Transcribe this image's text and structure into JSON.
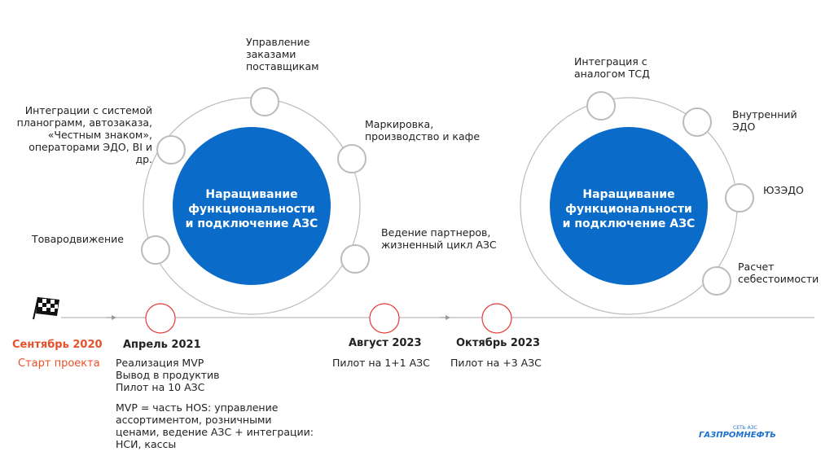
{
  "cycle1": {
    "title": "Наращивание функциональности и подключение АЗС",
    "items": [
      "Управление\nзаказами\nпоставщикам",
      "Маркировка,\nпроизводство и кафе",
      "Ведение партнеров,\nжизненный цикл АЗС",
      "Товародвижение",
      "Интеграции с системой\nпланограмм, автозаказа,\n«Честным знаком»,\nоператорами ЭДО, BI и\nдр."
    ]
  },
  "cycle2": {
    "title": "Наращивание функциональности и подключение АЗС",
    "items": [
      "Интеграция с\nаналогом ТСД",
      "Внутренний\nЭДО",
      "ЮЗЭДО",
      "Расчет\nсебестоимости"
    ]
  },
  "timeline": {
    "start": {
      "date": "Сентябрь 2020",
      "text": "Старт проекта"
    },
    "m1": {
      "date": "Апрель 2021",
      "text": "Реализация MVP\nВывод в продуктив\nПилот на 10 АЗС",
      "note": "MVP = часть HOS: управление\nассортиментом, розничными\nценами, ведение АЗС + интеграции:\nНСИ, кассы"
    },
    "m2": {
      "date": "Август 2023",
      "text": "Пилот на 1+1 АЗС"
    },
    "m3": {
      "date": "Октябрь 2023",
      "text": "Пилот на +3 АЗС"
    }
  },
  "logo": {
    "top": "СЕТЬ АЗС",
    "name": "ГАЗПРОМНЕФТЬ"
  },
  "colors": {
    "hub": "#0A6CC8",
    "accent": "#E8502A",
    "milestone": "#E53935"
  }
}
